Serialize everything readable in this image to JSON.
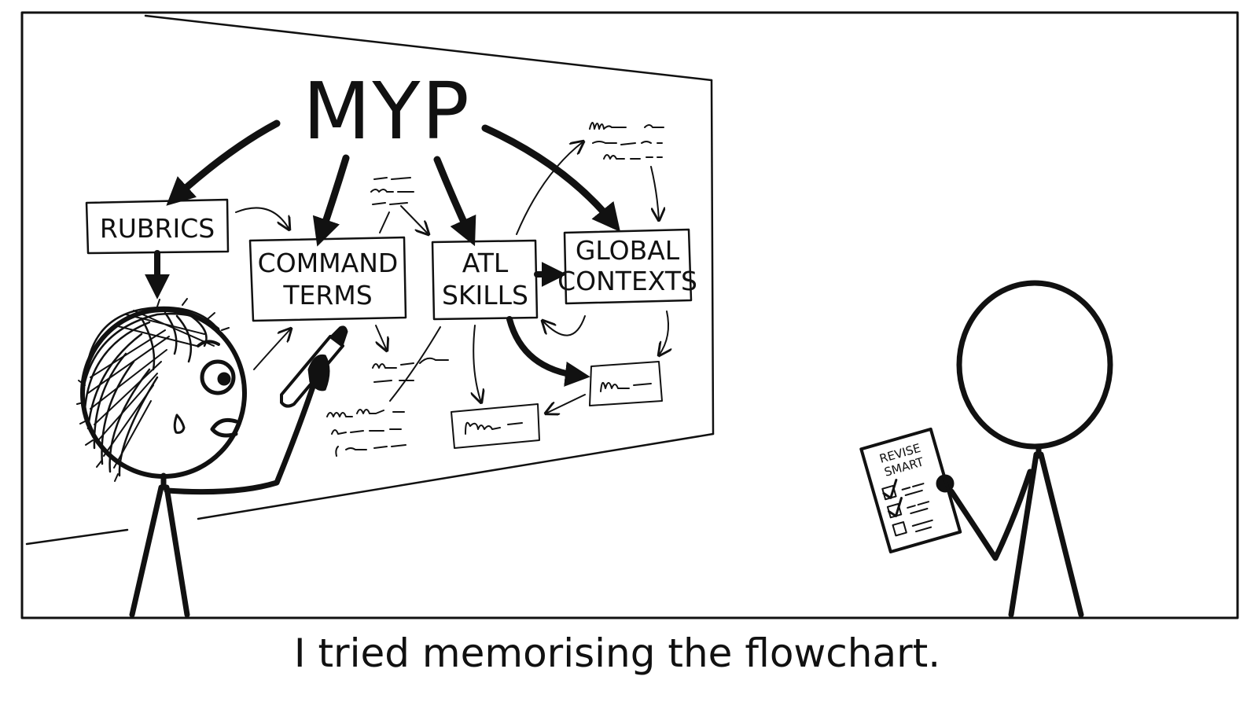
{
  "flowchart": {
    "title": "MYP",
    "boxes": {
      "rubrics": "RUBRICS",
      "command_terms": [
        "COMMAND",
        "TERMS"
      ],
      "atl_skills": [
        "ATL",
        "SKILLS"
      ],
      "global_contexts": [
        "GLOBAL",
        "CONTEXTS"
      ]
    }
  },
  "note_sheet": {
    "title_lines": [
      "REVISE",
      "SMART"
    ],
    "checklist": [
      {
        "checked": true
      },
      {
        "checked": true
      },
      {
        "checked": false
      }
    ]
  },
  "caption": "I tried memorising the flowchart."
}
